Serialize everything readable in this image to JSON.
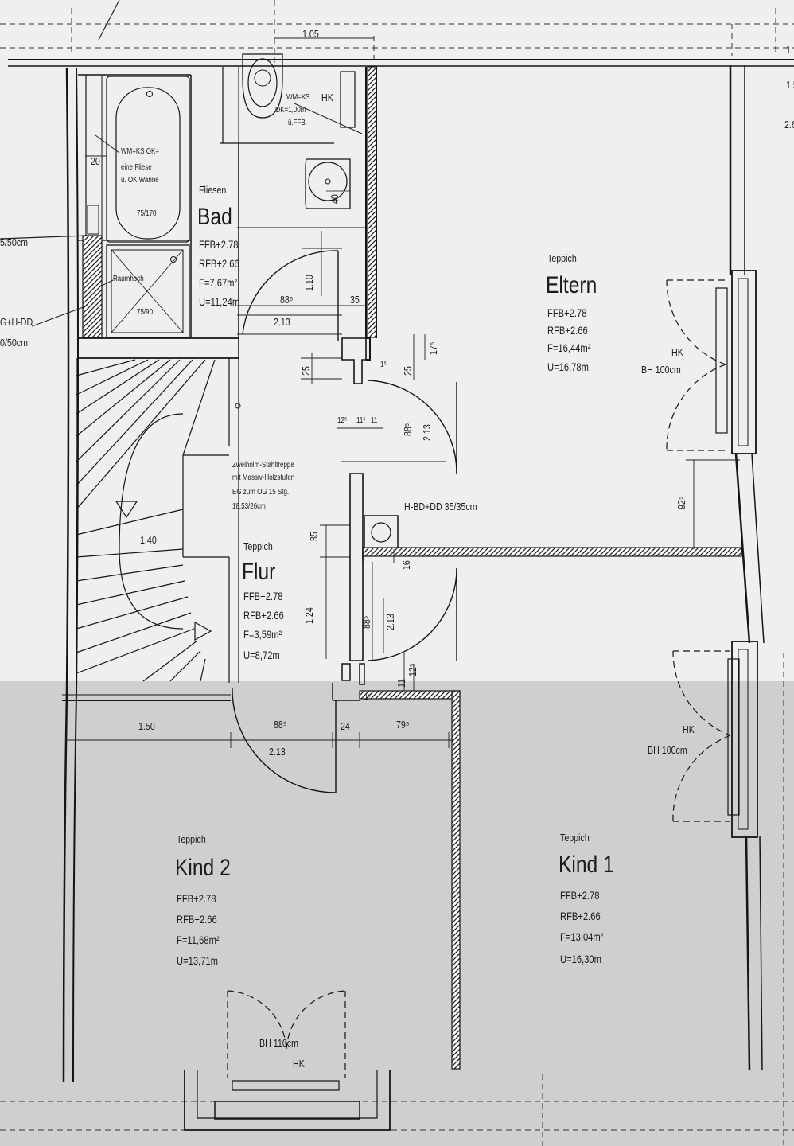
{
  "rooms": {
    "bad": {
      "floor": "Fliesen",
      "name": "Bad",
      "ffb": "FFB+2.78",
      "rfb": "RFB+2.66",
      "area": "F=7,67m²",
      "perimeter": "U=11,24m"
    },
    "eltern": {
      "floor": "Teppich",
      "name": "Eltern",
      "ffb": "FFB+2.78",
      "rfb": "RFB+2.66",
      "area": "F=16,44m²",
      "perimeter": "U=16,78m"
    },
    "flur": {
      "floor": "Teppich",
      "name": "Flur",
      "ffb": "FFB+2.78",
      "rfb": "RFB+2.66",
      "area": "F=3,59m²",
      "perimeter": "U=8,72m"
    },
    "kind2": {
      "floor": "Teppich",
      "name": "Kind 2",
      "ffb": "FFB+2.78",
      "rfb": "RFB+2.66",
      "area": "F=11,68m²",
      "perimeter": "U=13,71m"
    },
    "kind1": {
      "floor": "Teppich",
      "name": "Kind 1",
      "ffb": "FFB+2.78",
      "rfb": "RFB+2.66",
      "area": "F=13,04m²",
      "perimeter": "U=16,30m"
    }
  },
  "stair": {
    "line1": "Zweiholm-Stahltreppe",
    "line2": "mit Massiv-Holzstufen",
    "line3": "EG zum OG 15 Stg.",
    "line4": "18,53/26cm",
    "width": "1.40"
  },
  "notes": {
    "hk": "HK",
    "bh100": "BH 100cm",
    "bh110": "BH 110cm",
    "wm_ks_1": "WM=KS",
    "wm_ks_2": "OK=1,00m",
    "wm_ks_3": "ü.FFB.",
    "bath_1": "WM=KS OK=",
    "bath_2": "eine Fliese",
    "bath_3": "ü. OK Wanne",
    "tub": "75/170",
    "shower": "75/90",
    "raumhoch": "Raumhoch",
    "duct": "H-BD+DD 35/35cm",
    "left_1": "5/50cm",
    "left_2": "G+H-DD",
    "left_3": "0/50cm",
    "right_1": "1.",
    "right_2": "1.5",
    "right_3": "2.6"
  },
  "dims": {
    "d105": "1.05",
    "d20": "20",
    "d40": "40",
    "d110": "1.10",
    "d88a": "88⁵",
    "d35a": "35",
    "d213a": "2.13",
    "d25a": "25",
    "d15a": "1⁵",
    "d25b": "25",
    "d17a": "17⁵",
    "d12": "12⁵",
    "d11a": "11⁵",
    "d11b": "11",
    "d88b": "88⁵",
    "d213b": "2.13",
    "d92": "92⁵",
    "d35b": "35",
    "d16": "16",
    "d124": "1.24",
    "d88c": "88⁵",
    "d213c": "2.13",
    "d11c": "11",
    "d12b": "12⁵",
    "d15b": "1⁵",
    "d150": "1.50",
    "d88d": "88⁵",
    "d24": "24",
    "d79": "79⁵",
    "d213d": "2.13"
  }
}
